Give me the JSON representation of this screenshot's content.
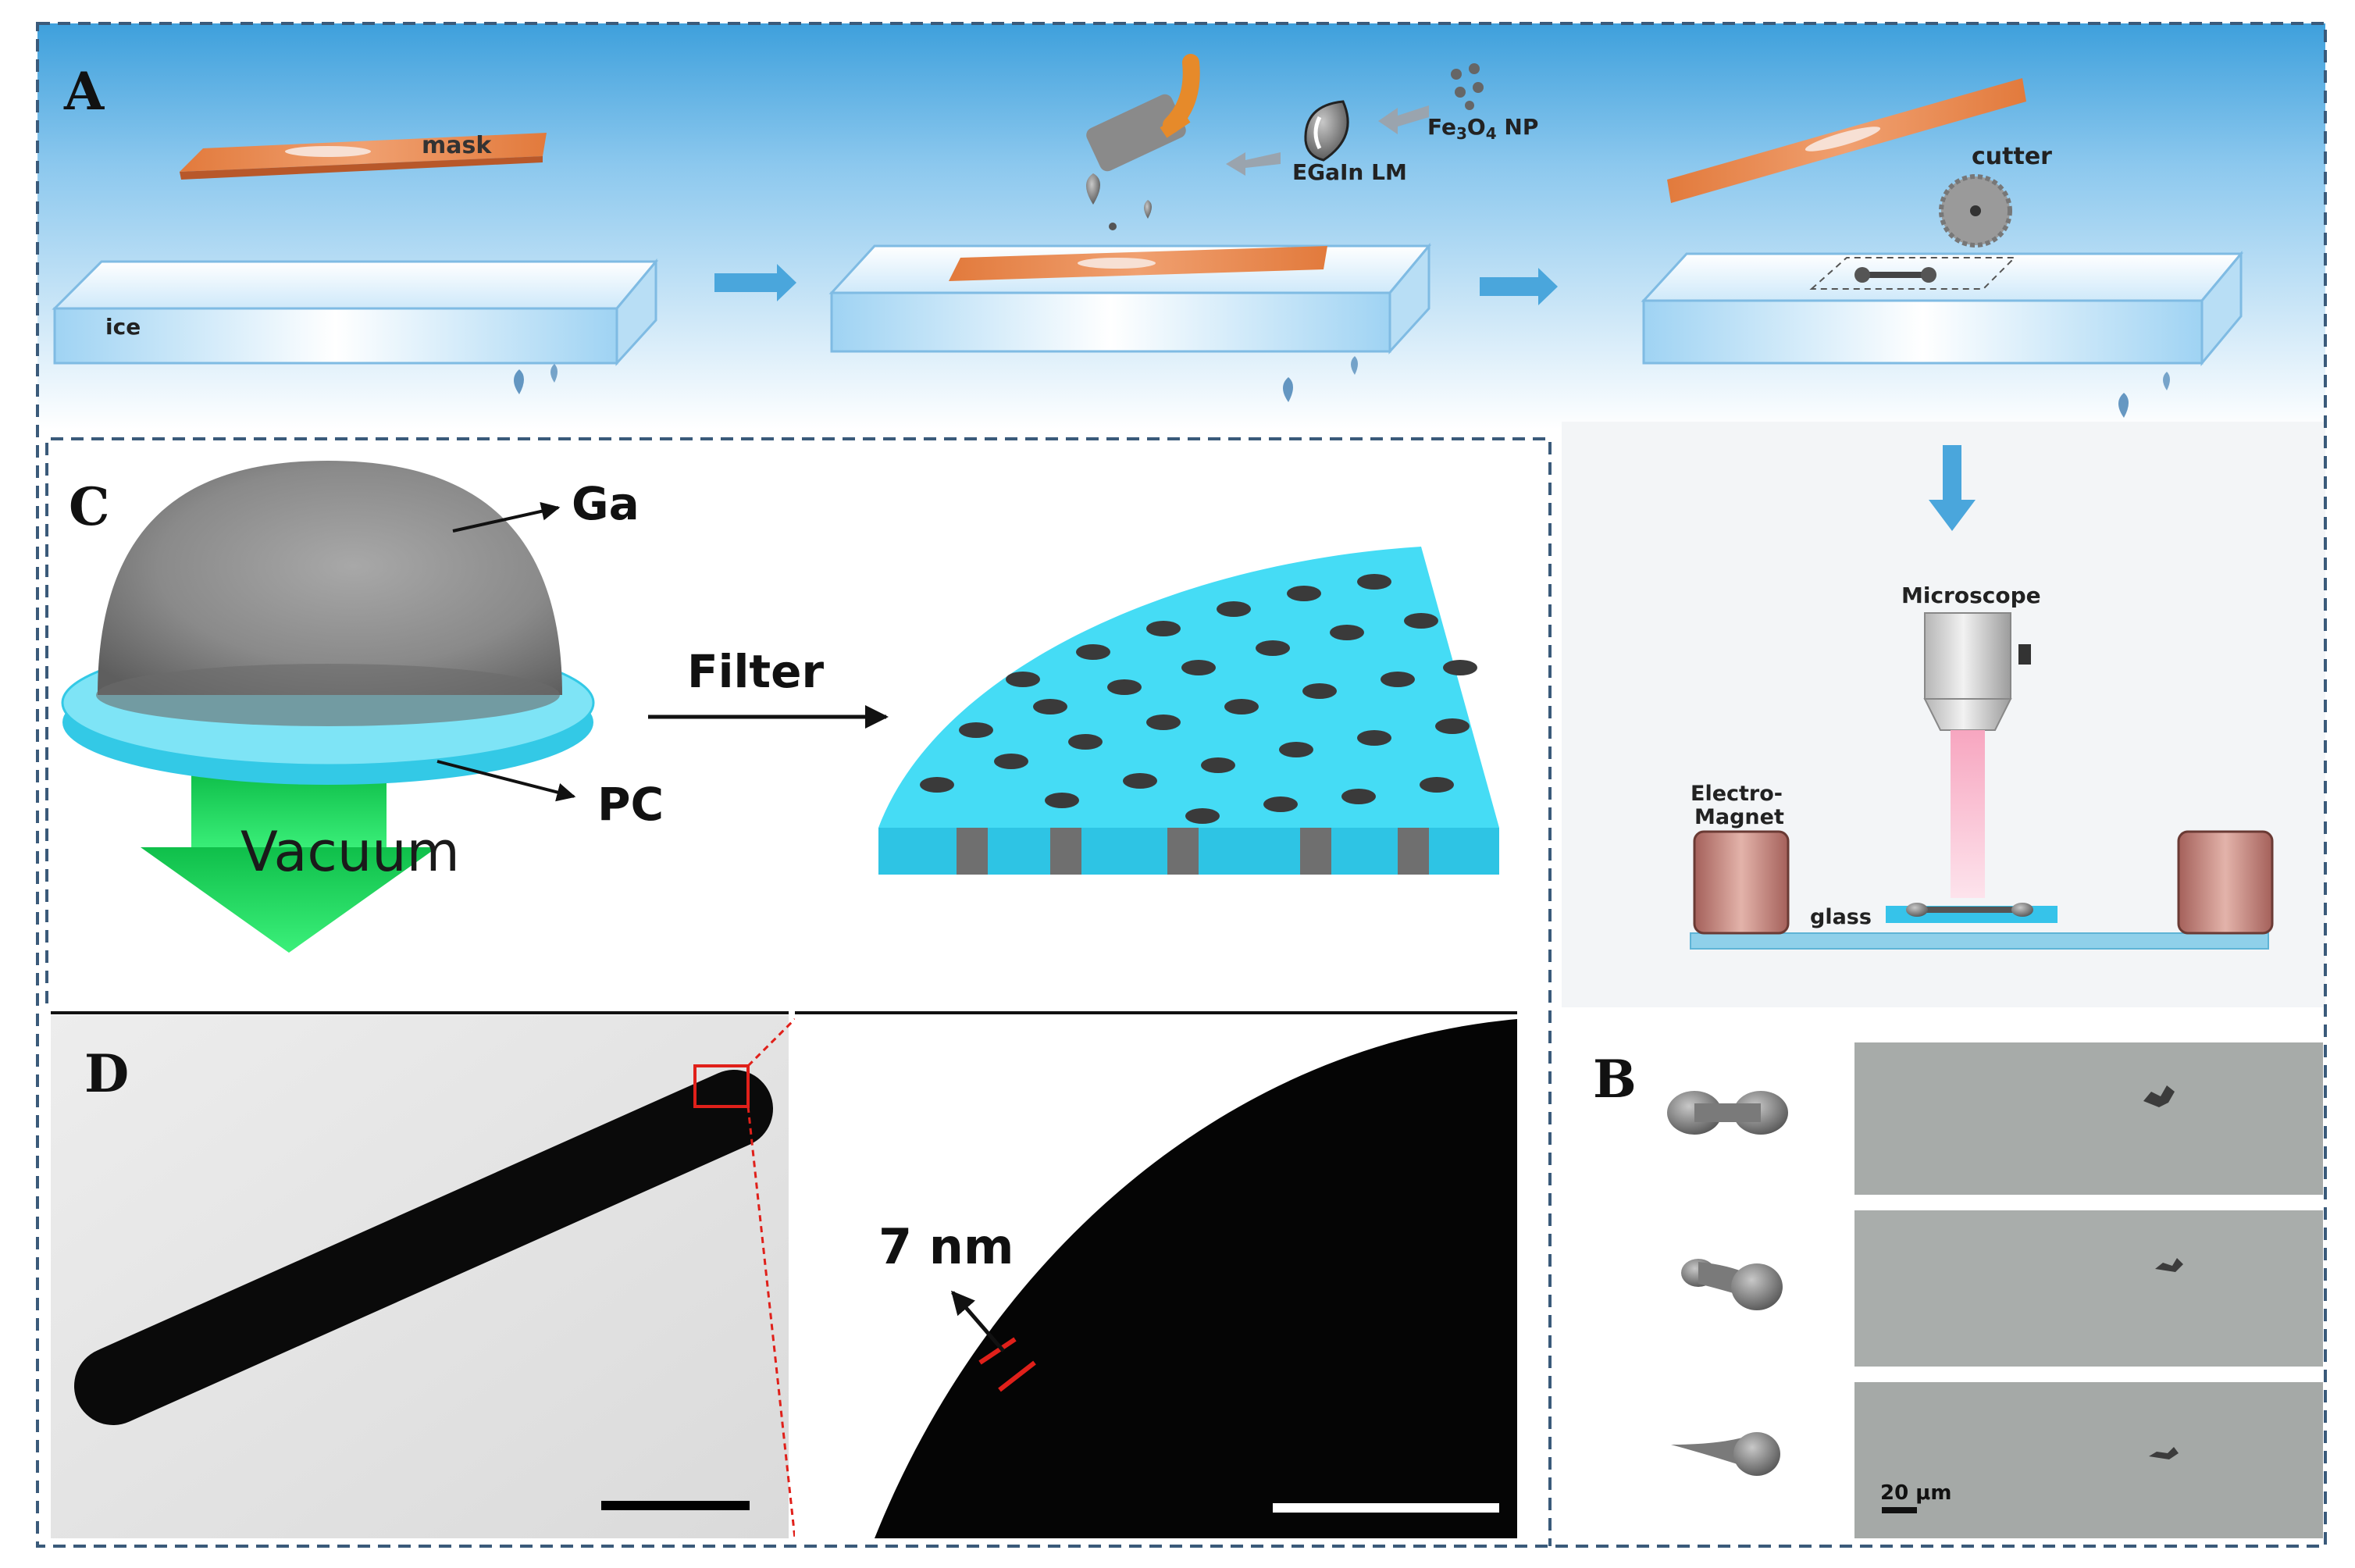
{
  "panel_a": {
    "letter": "A",
    "mask_label": "mask",
    "ice_label": "ice",
    "lm_label": "EGaIn LM",
    "np_label_prefix": "Fe",
    "np_sub_1": "3",
    "np_mid": "O",
    "np_sub_2": "4",
    "np_suffix": " NP",
    "cutter_label": "cutter",
    "microscope_label": "Microscope",
    "electro_label_1": "Electro-",
    "electro_label_2": "Magnet",
    "glass_label": "glass"
  },
  "panel_b": {
    "letter": "B",
    "scale_label": "20 μm"
  },
  "panel_c": {
    "letter": "C",
    "ga_label": "Ga",
    "pc_label": "PC",
    "filter_label": "Filter",
    "vacuum_label": "Vacuum"
  },
  "panel_d": {
    "letter": "D",
    "thickness_label": "7 nm"
  },
  "colors": {
    "frame_dash": "#3a5a7a",
    "ice_blue": "#8fc6ea",
    "mask_orange": "#e6894a",
    "pc_cyan": "#33d6f0",
    "vacuum_green": "#1fd65a",
    "ga_gray": "#8c8c8c",
    "marker_red": "#e0201a"
  }
}
